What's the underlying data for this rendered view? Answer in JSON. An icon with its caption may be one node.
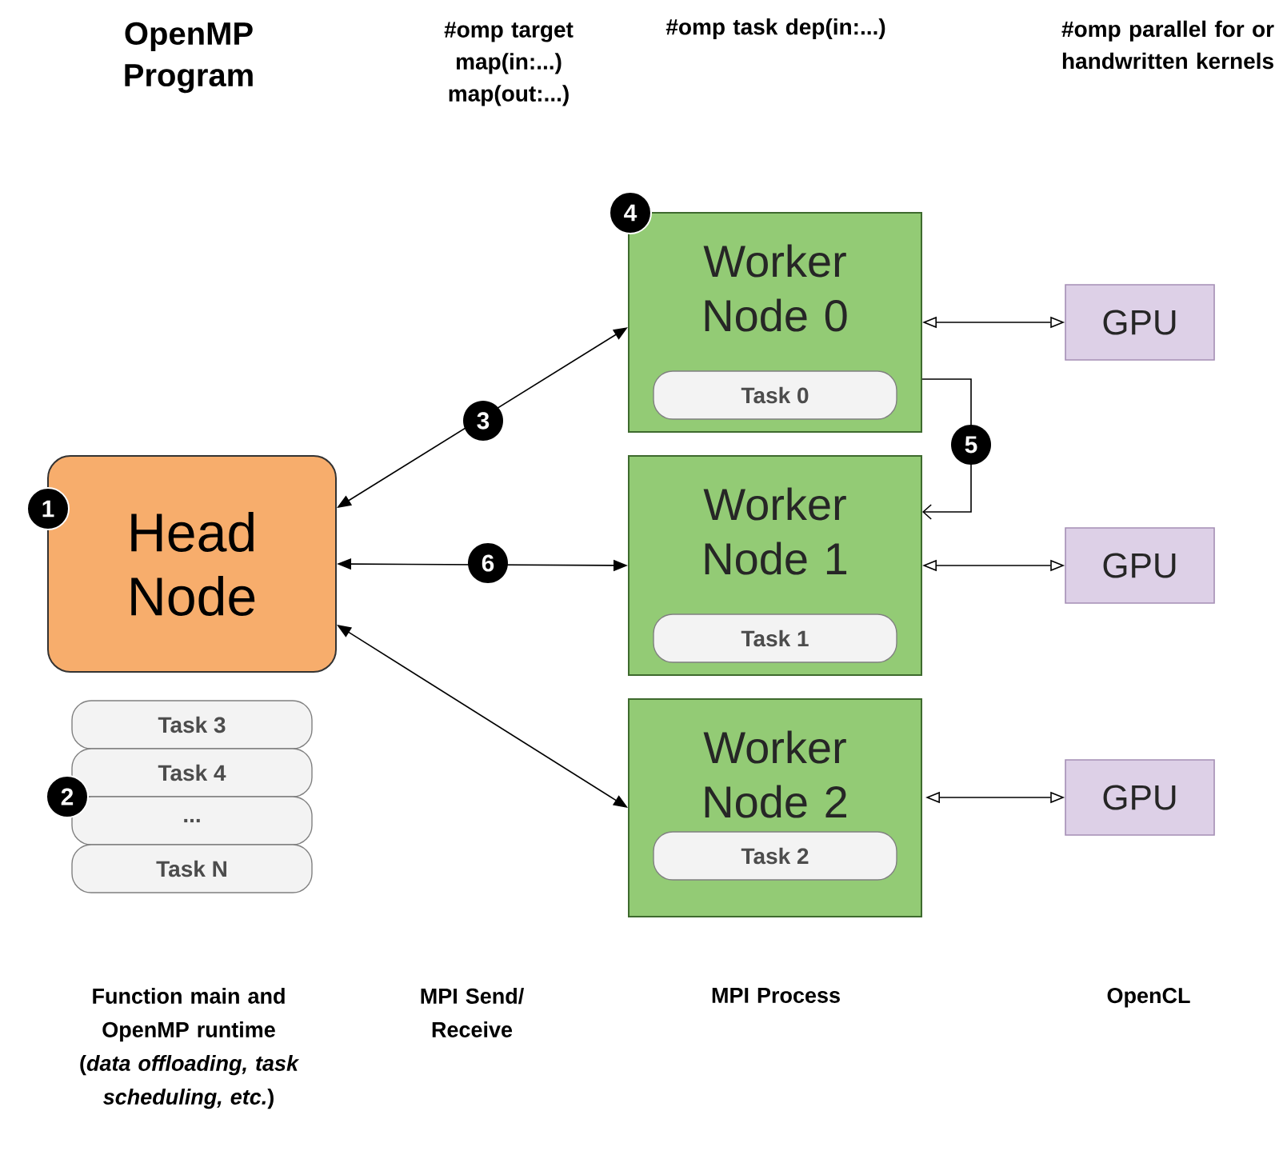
{
  "diagram": {
    "nodes": [
      {
        "text": [
          "Head Node"
        ]
      },
      {
        "text": [
          "Task 3"
        ]
      },
      {
        "text": [
          "Task 4"
        ]
      },
      {
        "text": [
          "..."
        ]
      },
      {
        "text": [
          "Task N"
        ]
      },
      {
        "text": [
          "Worker Node 0"
        ]
      },
      {
        "text": [
          "Task 0"
        ],
        "in": 5
      },
      {
        "text": [
          "Worker Node 1"
        ]
      },
      {
        "text": [
          "Task 1"
        ],
        "in": 7
      },
      {
        "text": [
          "Worker Node 2"
        ]
      },
      {
        "text": [
          "Task 2"
        ],
        "in": 9
      },
      {
        "text": [
          "GPU"
        ]
      },
      {
        "text": [
          "GPU"
        ]
      },
      {
        "text": [
          "GPU"
        ]
      }
    ],
    "edges": [
      {
        "from": 0,
        "to": 5,
        "arrow": "both",
        "label": "3"
      },
      {
        "from": 0,
        "to": 7,
        "arrow": "both",
        "label": "6"
      },
      {
        "from": 0,
        "to": 9,
        "arrow": "both"
      },
      {
        "from": 5,
        "to": 7,
        "arrow": "to",
        "label": "5"
      },
      {
        "from": 5,
        "to": 11,
        "arrow": "both"
      },
      {
        "from": 7,
        "to": 12,
        "arrow": "both"
      },
      {
        "from": 9,
        "to": 13,
        "arrow": "both"
      }
    ],
    "labels": [
      "OpenMP Program",
      "#omp target map(in:...) map(out:...)",
      "#omp task dep(in:...)",
      "#omp parallel for or handwritten kernels",
      "4",
      "1",
      "2",
      "Function main and OpenMP runtime (*data offloading, task scheduling, etc.*)",
      "MPI Send/ Receive",
      "MPI Process",
      "OpenCL"
    ]
  }
}
